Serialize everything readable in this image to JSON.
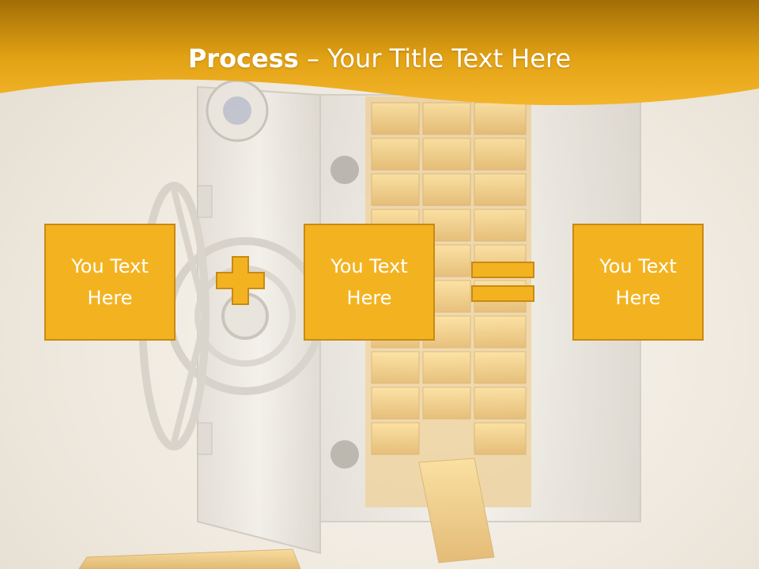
{
  "slide": {
    "title_bold": "Process",
    "title_rest": " – Your Title Text Here"
  },
  "process": {
    "boxes": [
      {
        "label": "You Text Here"
      },
      {
        "label": "You Text Here"
      },
      {
        "label": "You Text Here"
      }
    ],
    "operators": [
      "plus-icon",
      "equals-icon"
    ]
  },
  "colors": {
    "header": "#e8a817",
    "box_fill": "#f3b321",
    "box_border": "#c88a12",
    "operator": "#f3b321"
  }
}
